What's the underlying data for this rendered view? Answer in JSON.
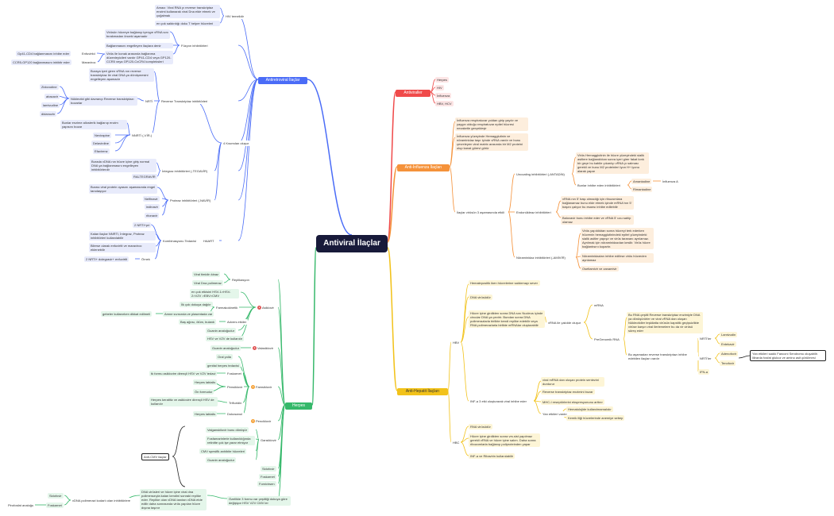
{
  "root": {
    "title": "Antiviral İlaçlar"
  },
  "colors": {
    "blue": "#4a6cf7",
    "red": "#f04a4a",
    "orange": "#f5923a",
    "yellow": "#f2c21a",
    "green": "#35b86a",
    "black": "#222222"
  },
  "branches": {
    "arv": "Antiretroviral İlaçlar",
    "av": "Antiviraller",
    "inf": "Anti-İnfluenza İlaçları",
    "hep": "Anti-Hepatit İlaçları",
    "herp": "Herpes"
  },
  "av": {
    "items": [
      "Herpes",
      "HIV",
      "İnfluenza",
      "HBV, HCV"
    ]
  },
  "arv": {
    "hiv": "HIV temelidir",
    "hiv_a": "Amacı: Viral RNA yı reverse transkriptaz enzimi kullanarak viral Dna elde etmek ve çoğalmak",
    "hiv_b": "en çok saldırdığı doku T helper hücreleri",
    "fuz": "Füzyon inhibitörleri",
    "fuz_a": "Virüsün hücreye bağlanıp içerşye vRNA sını bırakmadan önceki aşamadır",
    "fuz_b": "Bağlanmasını engelleyen ilaçlara denir",
    "fuz_c": "Virüs ile konak arasında bağlanma düzenleyicileri vardır GP41-CD4 veya GP120-CCR5 veya GP120-CxCR4 kompleksleri",
    "enf": "Enfuvirtid",
    "enf_d": "Gp41-CD4 bağlanmasını inhibe eder",
    "mar": "Maraviroc",
    "mar_d": "CCR5-GP120 bağlanmasını inhibitr eder",
    "rti": "Reverse Transkriptaz inhibitörleri",
    "rti_a": "Buraya içeri giren vRNA nın reverse transkriptaz ile viral DNA ya dönüşmesini engelleyen aşamadır",
    "nrti": "NRTİ",
    "nrti_a": "Nükleotid gibi davranıp Reverse transkriptazı bozarlar",
    "zid": "Zidovudine",
    "aba": "abacavir",
    "lam": "lamivudine",
    "did": "didanozin",
    "nnrti": "NNRTİ (-VİR-)",
    "nnrti_a": "Bunlar enzime allosterik bağlanıp enzim yapısını bozar",
    "nev": "Nevirapine",
    "del": "Delavirdine",
    "efa": "Efavirenz",
    "kar": "4 Kısımdan oluşur",
    "int": "İntegraz inhibitörleri (-TEGAVİR)",
    "int_a": "Burada vDNA nın hücre içine giriş normal DNA ya bağlanmasını engelleyen inhibitörlerdir",
    "ral": "RALTEGRAVİR",
    "pro": "Proteaz inhibitörleri (-NAVİR)",
    "pro_a": "Burası viral protein oyasını aşamasında engel tanıdaşıyor",
    "nel": "Nelfinavir",
    "ind": "indinavir",
    "rit": "ritonavir",
    "haart": "HAART",
    "komb": "Kombinasyonu Tedavisi",
    "k1": "2 NRTI+pri",
    "k2": "Kalan ilaçlar NNRTI, İntegraz, Proteaz inhibitörleri kullanılabilir",
    "k3": "Bilerse olarak enfuvirtit ve maraviroc eklenebilir",
    "ornek": "Örnek",
    "k4": "2 NRTI+ dolegravir+ enfuvirtit"
  },
  "inf": {
    "i1": "İnfluenza respiratuvar yoldan girip yayılır ve yaygın olduğu respiratuvar epitel hücresi nezaketle gerçekleşir",
    "i2": "İnfluenza yüzeyinde Hemagglutinin ve nöraminidaz taşır içinde vRNA vardır ve bunu çevreleyen viral matrix arasında bir M2 proteini olup kanal görevi görür",
    "step": "İlaçlar virüsün 3 aşamasında etkili",
    "unc": "Uncoating inhibitörleri (-ANTADİN)",
    "unc_a": "Virüs Hemagglutinin ile hücre yüzeyindeki sialik asitlere bağlandıktan sonra içeri girer fakat kırık bir geçe bu kabile çıkarılıp vRNA yı salması gerekli ve bunu M2 proteinleri iyon H+ iyonu alarak yapar",
    "unc_b": "Bunlar inhibe eden inhibitörleri",
    "ama": "Amantadine",
    "ama_n": "İnfluenza A",
    "rim": "Rimantadine",
    "endo": "Endonükleaz inhibitörleri",
    "endo_a": "vRNA nın 5' başı olmadığı için ribozomlara bağlanamaz bunu elde etmek içinde mRNA'nın 5' başını çalıyor bu esansı inhibe edilebilir",
    "endo_b": "Baloxavir bunu inhibe eder ve vRNA 5' ucu sahip olamaz",
    "neu": "Nöraminidaz inhibitörleri (-AMİVİR)",
    "neu_a": "Virüs yapıldıktan sonra hücreyi terk ederken hücrenin hemagglutinindeki epitel yüzeyindeki sialik asitler yapışır ve virüs tarananı ayrılamaz. Ayrılmak için nöraminidazdan kesilir. Virüs hücre bağlantısını kopartır.",
    "neu_b": "Nöraminidazları inhibe edilirse virüs hücreden ayrılamaz",
    "neu_c": "Oseltamivir ve zanamivir"
  },
  "hep": {
    "hbv": "HBV",
    "h1": "Hemalepositik iken hücrelerine saldırmayı sever",
    "h2": "DNA virüsüdür",
    "h3": "Hücre içine girdikten sonra DNA sını Nucleus içinde circular DNA ya çevirir. Bundan sonra DNA polimerazlarla birlikte kendi replike edebilir veya RNA polimerazlarla birlikte mRNAlar oluşturabilir",
    "vrna": "vRNA ile çakılde oluşur",
    "mrna": "mRNA",
    "preg": "PreGenomik RNA",
    "preg_a": "Bu RNA çeşitli Reverse transkriptaz enzimiyle DNA ya dönüşürürler ve viral vRNA dan oluşan Nükleotidler teşkilatta virüsün kapsitik geçişsizlikte virüse karşın viral ilerlemelere bu da vir virüsü süreç eder",
    "preg_b": "Bu aşamadan reverse transkriptazı inhibe edebilen ilaçları vardır",
    "nrti": "NRTİ'ler",
    "lam": "Lamivudin",
    "ent": "Entekavir",
    "ntti": "NRTİ'ler",
    "ade": "Adenofovir",
    "ten": "Tenofovir",
    "ifn": "IFN-a",
    "side": "Yan etkileri sadık Fanconi Sendromu oluşabilir. lilirarda fosfat glukoz ve amino asit görülmesi",
    "ifn_main": "INF-a 3 etki oluşturarak viral inhibe eder",
    "ia": "viral mRNA dan oluşan protein sentezini durdurur",
    "ib": "Reverse transkriptaz enzimini bozar",
    "ic": "MHC-I reseptörlerini ekspresyonunu arttırır",
    "yan": "Yan etkileri vardır",
    "ya1": "Hematolojide kullanılmamalıdır",
    "ya2": "Kemik iliği hücrelerinde anemiye sebep",
    "hbc": "HBC",
    "c1": "RNA virüsüdür",
    "c2": "Hücre içine girdikten sonra vrs.sist yapılmaz gerekli vRNA ve hücre içine salım. Daha sonra ribozomlarla bağlanıp poliproteinden yapar",
    "c3": "INF-a ve Ribavirin kullanılabilir"
  },
  "herp": {
    "rep": "Replikasyon",
    "rep_a": "Viral timidin kinaz",
    "rep_b": "Viral Dna polimeraz",
    "aciklo": "Asiklovir",
    "ac1": "en çok etkisini HSV-1>HSV-2>VZV >EBV>CMV",
    "farm": "Farmakokinetik",
    "fa": "İlk çok dokuya dağılır",
    "fb": "Amne sıvısında ve plasentada var",
    "fc": "gebeler kullanırken dikkat edilmeli",
    "adv": "Advers etkiler",
    "adv_a": "Baş ağrısı, ölüm, bulantı",
    "guan1": "Guanin analoğudur",
    "hsv": "HSV ve VZV de kullanılır",
    "vala": "Valasiklovir",
    "vala_a": "Guanin analoğudur",
    "famsi": "Famsiklovir",
    "ocu": "Oral yolla",
    "gen": "genital herpes tedavisi",
    "fosk": "Foskarnet",
    "fosk_a": "tk formu asiklovire dirençli HSV ve VZV tedavi",
    "pens": "Pensiklovir",
    "pens_a": "Herpes labialis",
    "pens_b": "Ön formudur",
    "trif": "Trifluridin",
    "trif_a": "Herpes keratitiz ve asiklovire dirençli HSV de kullanılır",
    "dok": "Dokosanol",
    "dok_a": "Herpes labialis",
    "penc": "Penciklovir",
    "ganc": "Gansiklovir",
    "g1": "Valganskilovir bunu dönüşür",
    "g2": "Fosfamarinlerle kullanıldığında retinitte çok işe yarar etmiyor",
    "g3": "CMV spesifik anhibite hücreleri",
    "g4": "Guanin analoğudur",
    "cmv": "Anti-CMV ilaçlar",
    "sido": "Sidofovir",
    "fosk2": "Foskarnet",
    "fomi": "Fomivirsen",
    "dna": "DNA virüsleri ve hücre içine viral dna polimerazıyla kalan kendini sonraki replike eder. Replike olan vDNA tanıtan vDNA etde edilir daha sonrasında virüs yapılan hücre dışına taşınır",
    "pir": "Pirofosfat analoğu",
    "foskl": "Foskarnet",
    "sidl": "Sidofovir",
    "vdna": "vDNA polimerazi kodarlı olan inhibitörlere",
    "ozel": "Özellikle 3 formu var çeşitliği dokuya göre değişiyor HSV VZV CMV ler"
  }
}
